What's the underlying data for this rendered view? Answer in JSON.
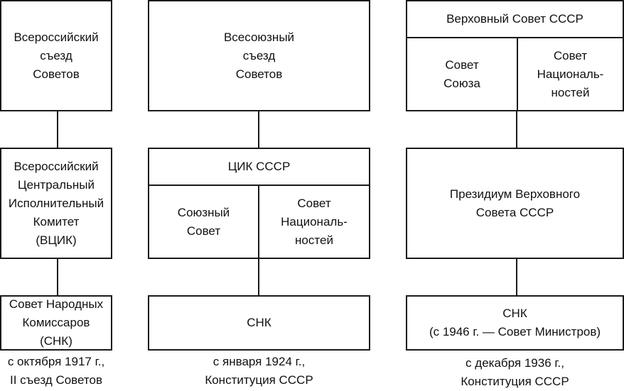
{
  "col1": {
    "congress": "Всероссийский\nсъезд\nСоветов",
    "vtsik": "Всероссийский\nЦентральный\nИсполнительный\nКомитет\n(ВЦИК)",
    "snk": "Совет Народных\nКомиссаров\n(СНК)",
    "caption": "с октября 1917 г.,\nII съезд Советов"
  },
  "col2": {
    "congress": "Всесоюзный\nсъезд\nСоветов",
    "tsik": "ЦИК СССР",
    "union_council": "Союзный\nСовет",
    "nationalities_council": "Совет\nНациональ-\nностей",
    "snk": "СНК",
    "caption": "с января 1924 г.,\nКонституция СССР"
  },
  "col3": {
    "supreme_soviet": "Верховный Совет СССР",
    "union_council": "Совет\nСоюза",
    "nationalities_council": "Совет\nНациональ-\nностей",
    "presidium": "Президиум Верховного\nСовета СССР",
    "snk": "СНК\n(с 1946 г. — Совет Министров)",
    "caption": "с декабря 1936 г.,\nКонституция СССР"
  }
}
